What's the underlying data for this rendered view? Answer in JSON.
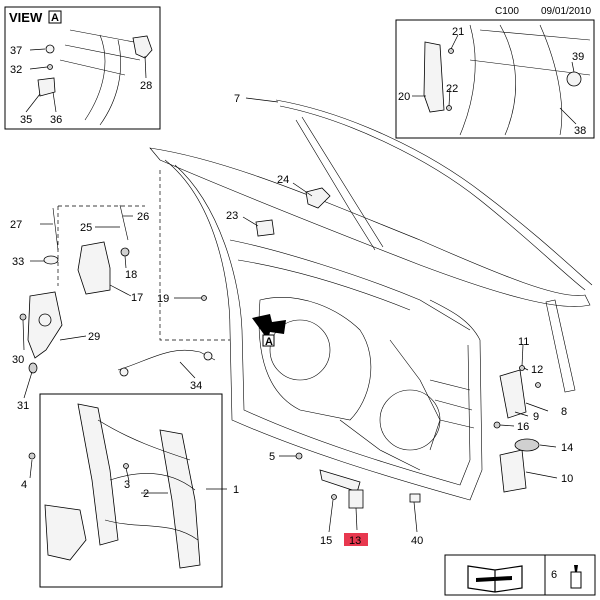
{
  "header": {
    "model_code": "C100",
    "date": "09/01/2010"
  },
  "view_label": {
    "text": "VIEW",
    "letter": "A"
  },
  "view_marker_letter": "A",
  "highlight_color": "#e8384f",
  "callouts": {
    "c1": "1",
    "c2": "2",
    "c3": "3",
    "c4": "4",
    "c5": "5",
    "c6": "6",
    "c7": "7",
    "c8": "8",
    "c9": "9",
    "c10": "10",
    "c11": "11",
    "c12": "12",
    "c13": "13",
    "c14": "14",
    "c15": "15",
    "c16": "16",
    "c17": "17",
    "c18": "18",
    "c19": "19",
    "c20": "20",
    "c21": "21",
    "c22": "22",
    "c23": "23",
    "c24": "24",
    "c25": "25",
    "c26": "26",
    "c27": "27",
    "c28": "28",
    "c29": "29",
    "c30": "30",
    "c31": "31",
    "c32": "32",
    "c33": "33",
    "c34": "34",
    "c35": "35",
    "c36": "36",
    "c37": "37",
    "c38": "38",
    "c39": "39",
    "c40": "40"
  },
  "legend": {
    "icons": [
      "repair-manual-icon",
      "oil-can-icon"
    ]
  }
}
